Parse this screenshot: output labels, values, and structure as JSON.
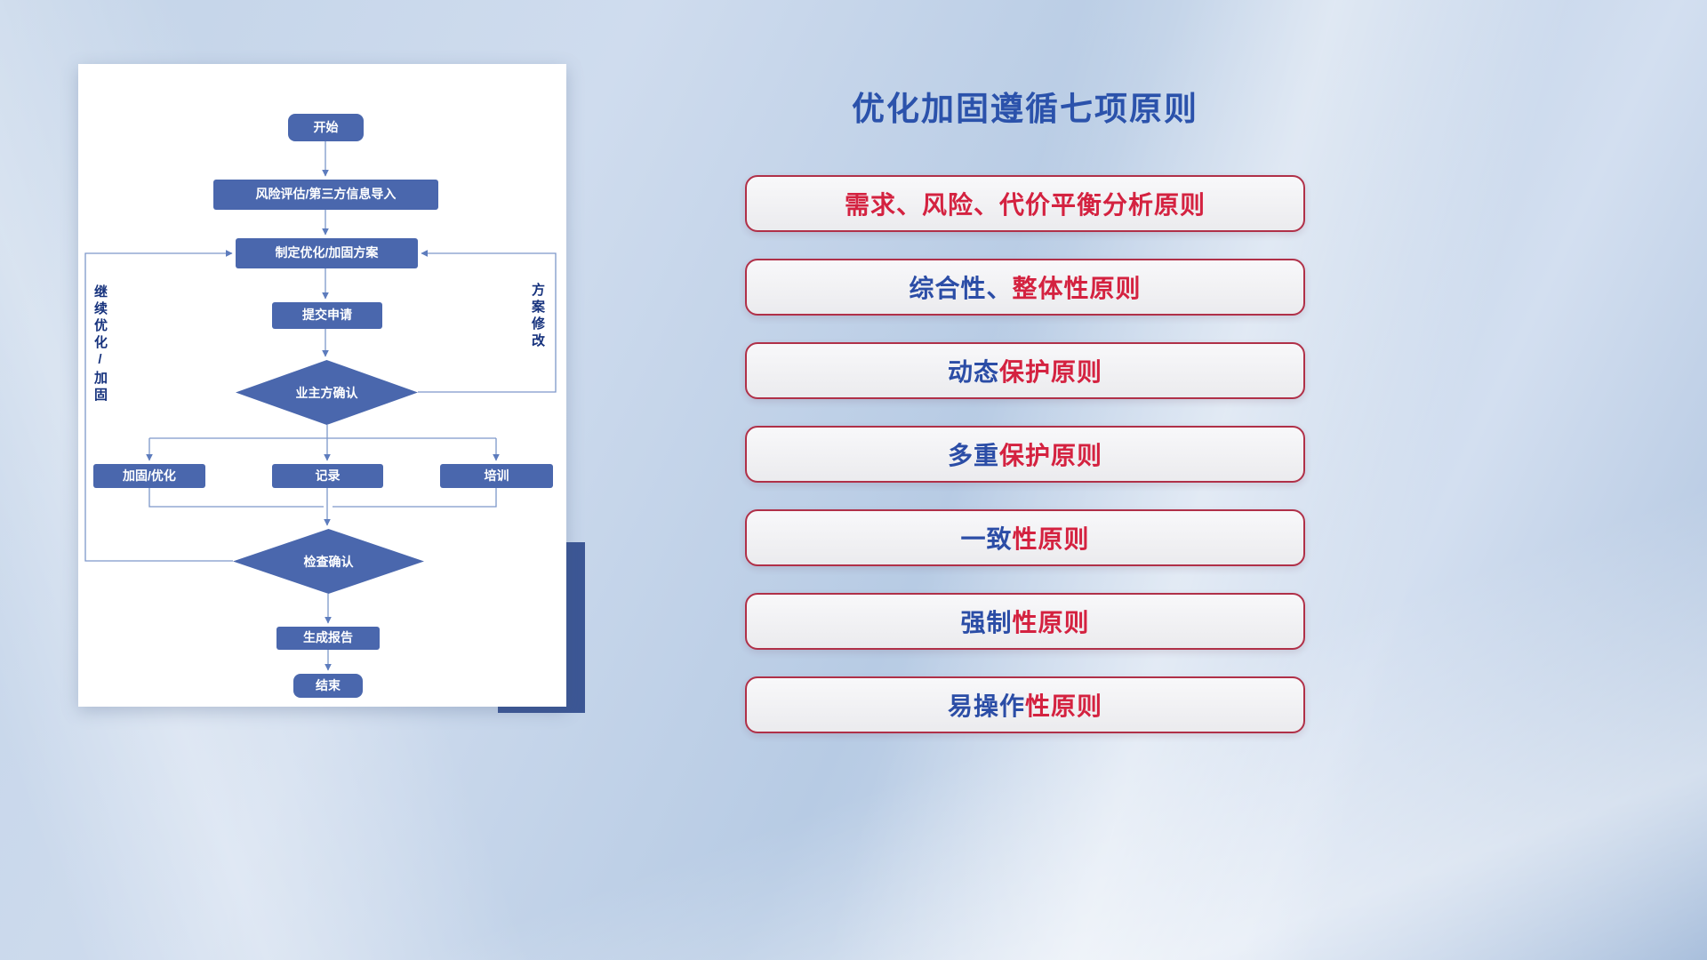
{
  "theme": {
    "title_blue": "#2b52ab",
    "principle_blue": "#2b4da6",
    "principle_red": "#d42240",
    "pill_border_red": "#b03048",
    "node_blue": "#4a67ad",
    "connector_blue": "#7d97ca",
    "accent_navy": "#3c5795"
  },
  "title": "优化加固遵循七项原则",
  "flowchart": {
    "nodes": {
      "start": "开始",
      "risk": "风险评估/第三方信息导入",
      "plan": "制定优化/加固方案",
      "submit": "提交申请",
      "owner_confirm": "业主方确认",
      "reinforce": "加固/优化",
      "record": "记录",
      "training": "培训",
      "check": "检查确认",
      "report": "生成报告",
      "end": "结束"
    },
    "labels": {
      "left_loop": "继续优化/加固",
      "right_loop": "方案修改"
    }
  },
  "principles": [
    {
      "blue": "",
      "red": "需求、风险、代价平衡分析原则"
    },
    {
      "blue": "综合性、",
      "red": "整体性原则"
    },
    {
      "blue": "动态",
      "red": "保护原则"
    },
    {
      "blue": "多重",
      "red": "保护原则"
    },
    {
      "blue": "一致",
      "red": "性原则"
    },
    {
      "blue": "强制",
      "red": "性原则"
    },
    {
      "blue": "易操作",
      "red": "性原则"
    }
  ]
}
